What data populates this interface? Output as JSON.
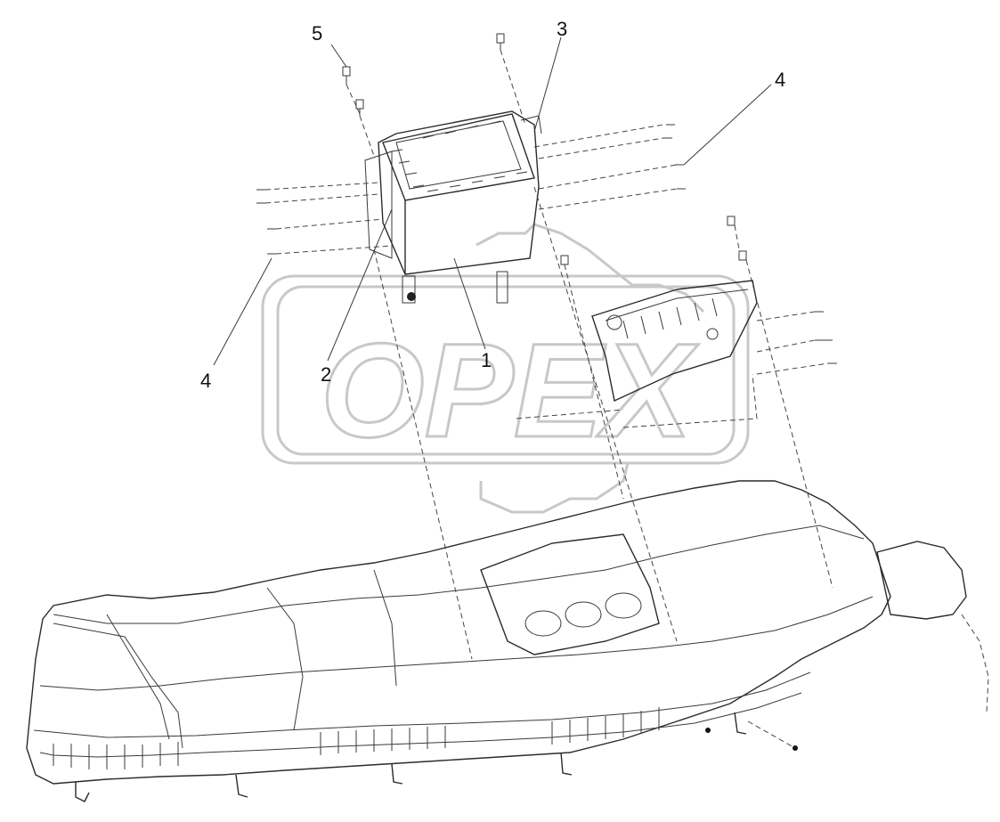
{
  "callouts": {
    "c1": "1",
    "c2": "2",
    "c3": "3",
    "c4a": "4",
    "c4b": "4",
    "c5": "5"
  },
  "watermark": {
    "text": "OPEX"
  },
  "colors": {
    "ink": "#2b2b2b",
    "watermark": "#c8c8c8",
    "background": "#ffffff"
  }
}
